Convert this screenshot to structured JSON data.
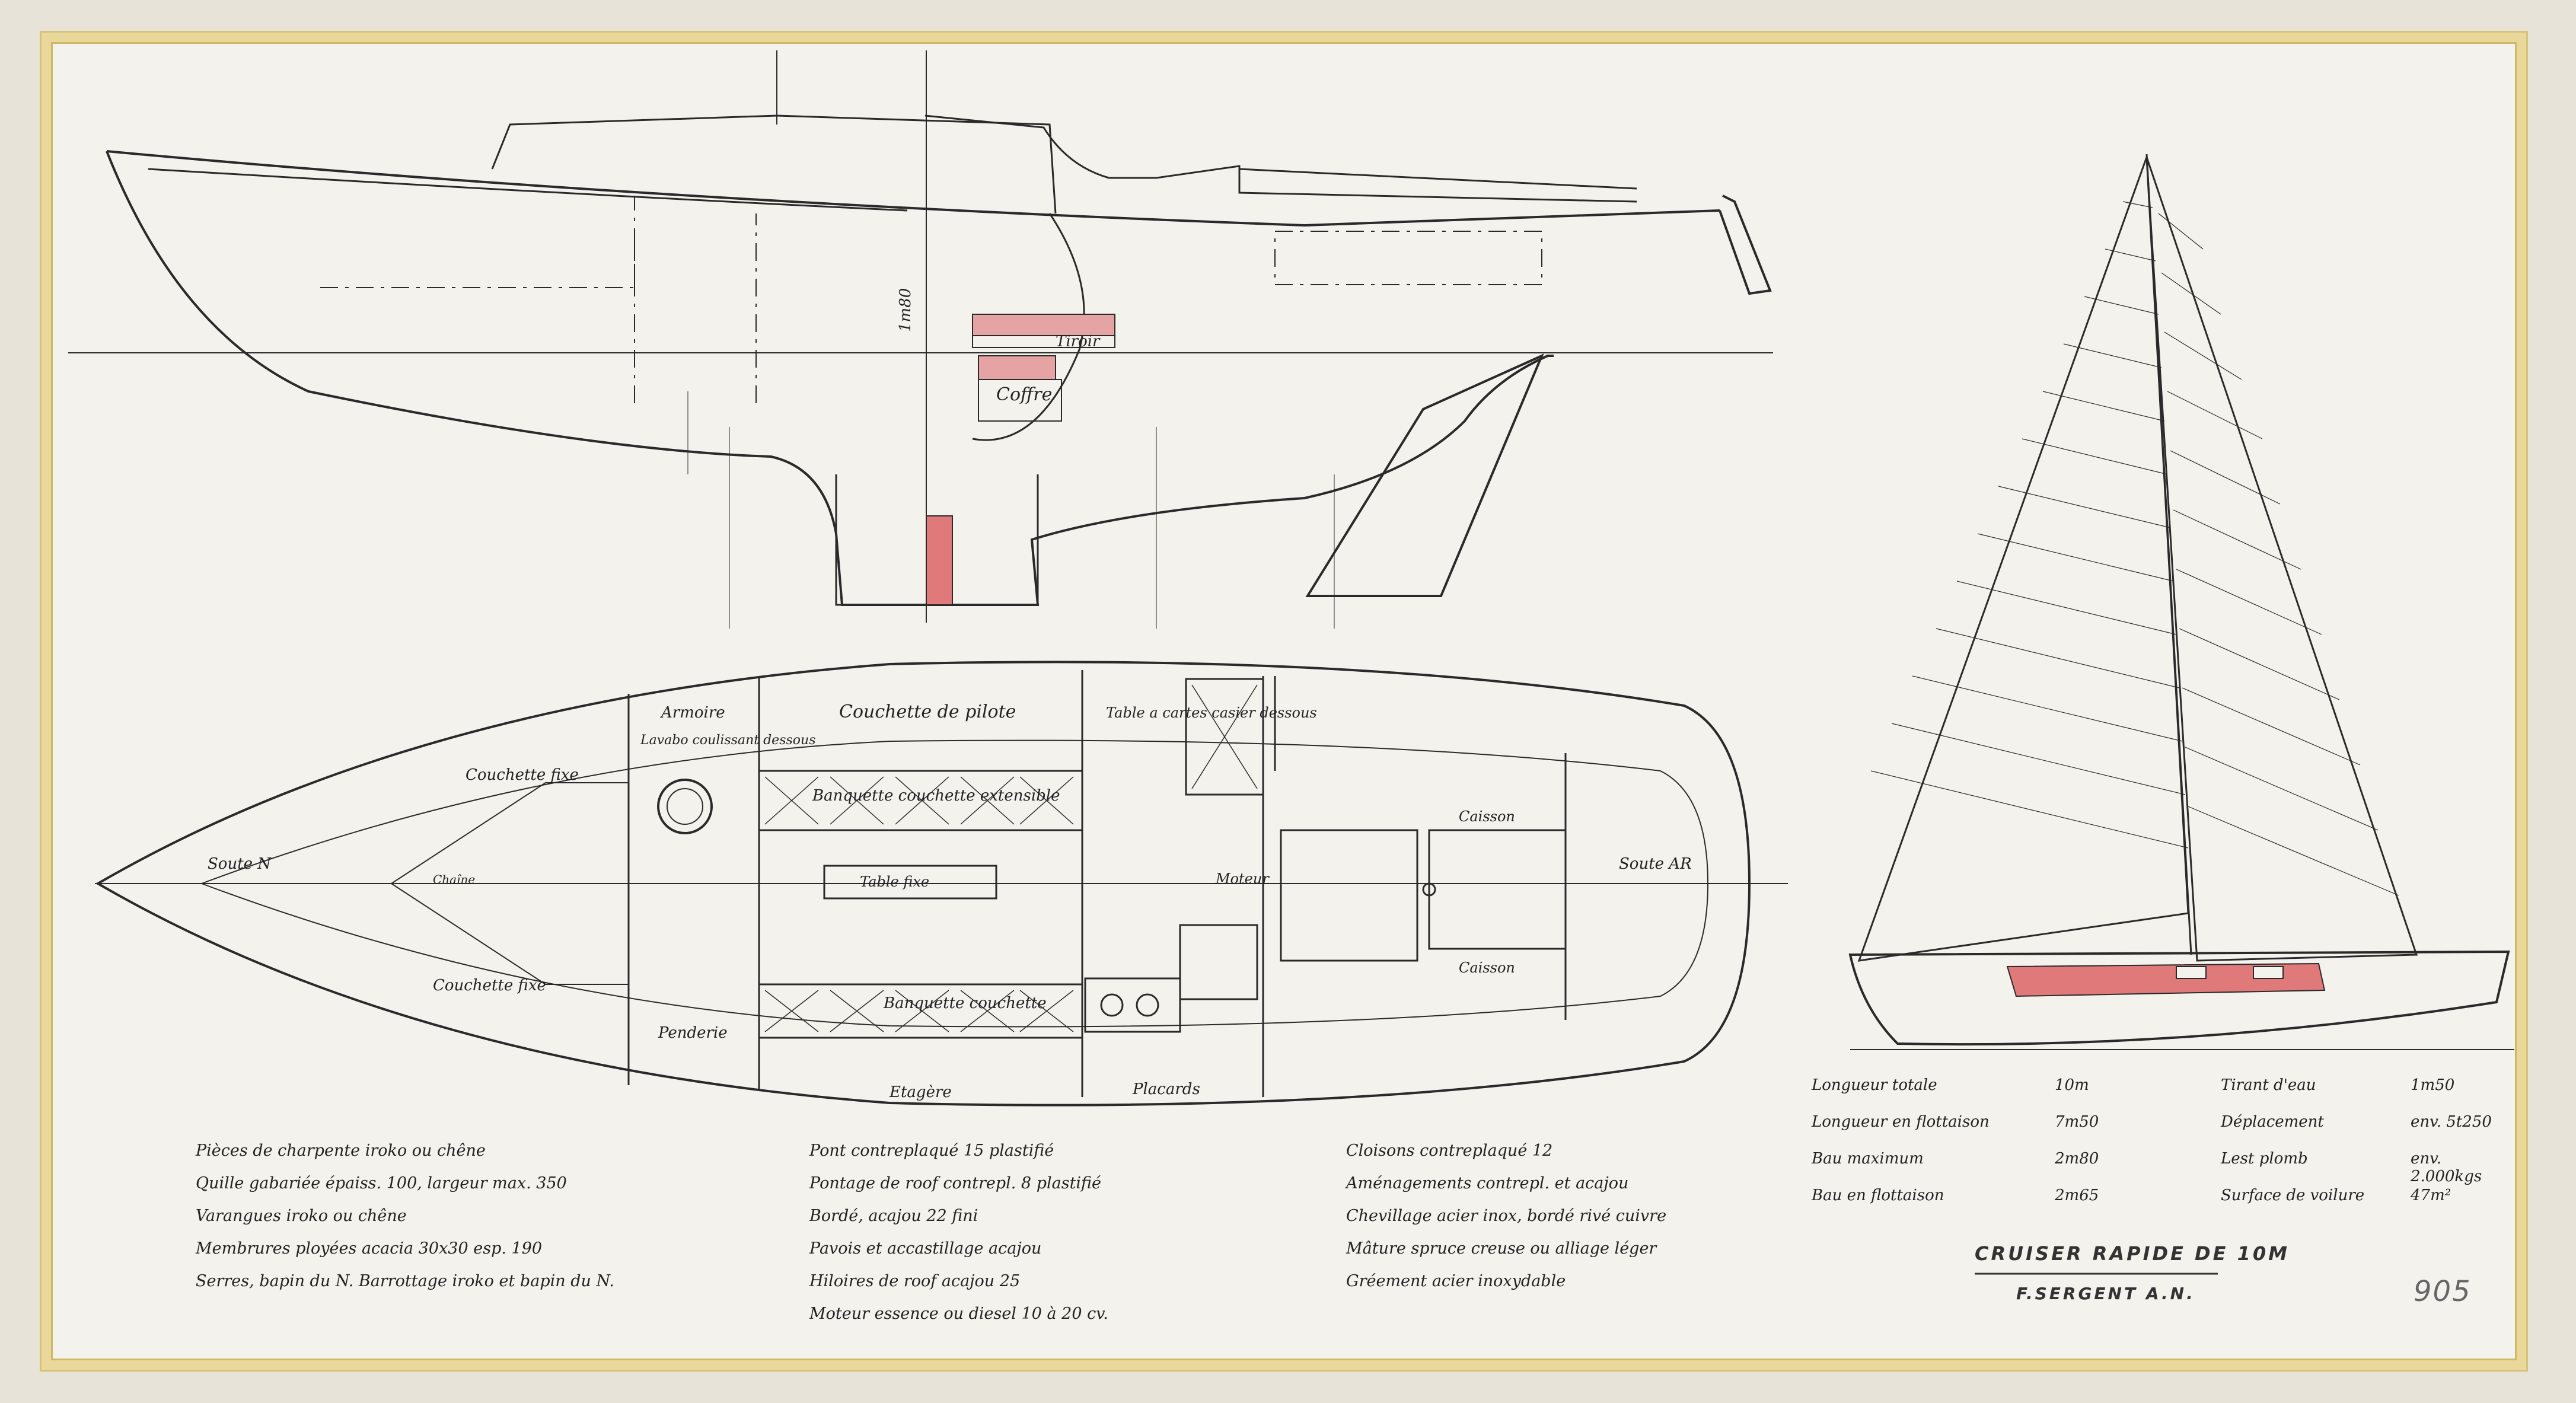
{
  "profile_labels": {
    "tiroir": "Tiroir",
    "coffre": "Coffre",
    "height": "1m80"
  },
  "plan_labels": {
    "armoire": "Armoire",
    "lavabo": "Lavabo coulissant dessous",
    "couchette_pilote": "Couchette de pilote",
    "table_cartes": "Table a cartes casier dessous",
    "couchette_fixe_top": "Couchette fixe",
    "banquette_top": "Banquette couchette extensible",
    "caisson_top": "Caisson",
    "soute_n": "Soute N",
    "chaine": "Chaîne",
    "table_fixe": "Table fixe",
    "moteur": "Moteur",
    "soute_ar": "Soute AR",
    "couchette_fixe_bottom": "Couchette fixe",
    "banquette_bottom": "Banquette couchette",
    "caisson_bottom": "Caisson",
    "penderie": "Penderie",
    "etagere": "Etagère",
    "placards": "Placards"
  },
  "notes_col1": [
    "Pièces de charpente iroko ou chêne",
    "Quille gabariée épaiss. 100, largeur max. 350",
    "Varangues iroko ou chêne",
    "Membrures ployées acacia 30x30 esp. 190",
    "Serres, bapin du N. Barrottage iroko et bapin du N."
  ],
  "notes_col2": [
    "Pont contreplaqué 15 plastifié",
    "Pontage de roof contrepl. 8 plastifié",
    "Bordé, acajou 22 fini",
    "Pavois et accastillage acajou",
    "Hiloires de roof acajou 25",
    "Moteur essence ou diesel 10 à 20 cv."
  ],
  "notes_col3": [
    "Cloisons contreplaqué 12",
    "Aménagements contrepl. et acajou",
    "Chevillage acier inox, bordé rivé cuivre",
    "Mâture spruce creuse ou alliage léger",
    "Gréement acier inoxydable"
  ],
  "specs_left": [
    {
      "label": "Longueur totale",
      "value": "10m"
    },
    {
      "label": "Longueur en flottaison",
      "value": "7m50"
    },
    {
      "label": "Bau maximum",
      "value": "2m80"
    },
    {
      "label": "Bau en flottaison",
      "value": "2m65"
    }
  ],
  "specs_right": [
    {
      "label": "Tirant d'eau",
      "value": "1m50"
    },
    {
      "label": "Déplacement",
      "value": "env. 5t250"
    },
    {
      "label": "Lest plomb",
      "value": "env. 2.000kgs"
    },
    {
      "label": "Surface de voilure",
      "value": "47m²"
    }
  ],
  "title": "CRUISER RAPIDE DE 10M",
  "author": "F.SERGENT A.N.",
  "sheet_number": "905",
  "colors": {
    "paper": "#f4f2ec",
    "border": "#e9d89a",
    "ink": "#2a2a2a",
    "red_wash": "#e07a7a"
  }
}
